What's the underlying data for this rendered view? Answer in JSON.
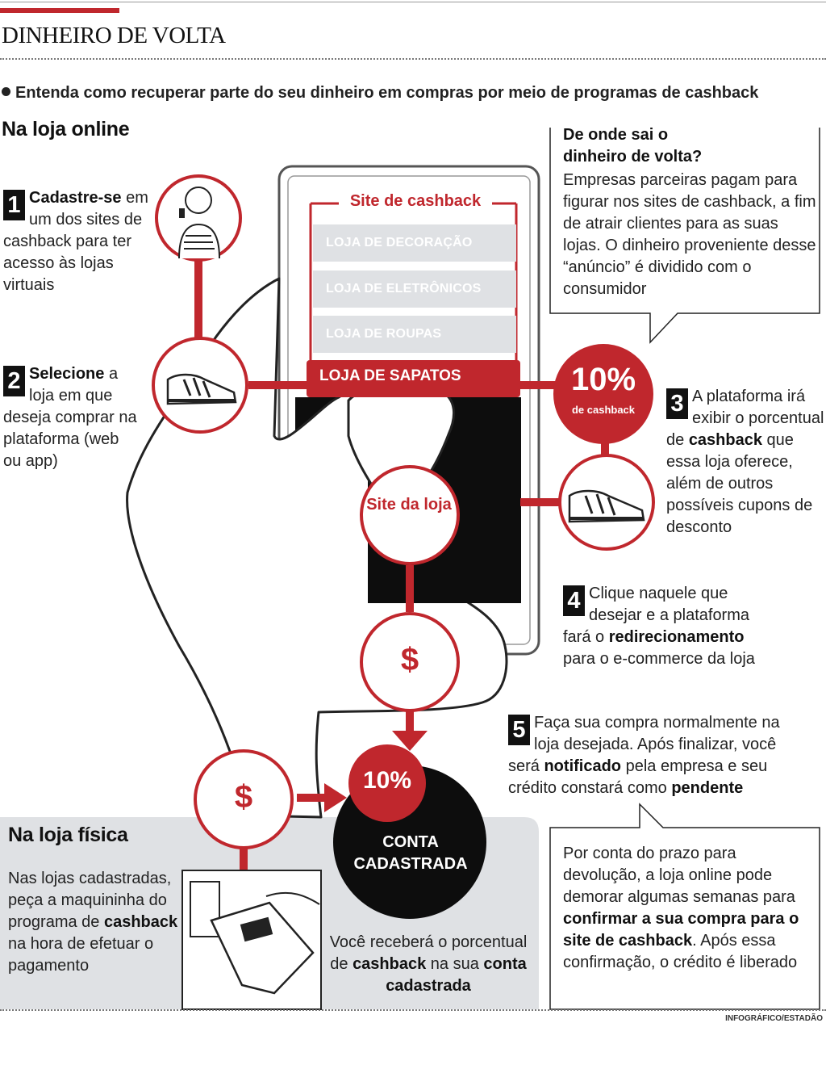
{
  "title": "DINHEIRO DE VOLTA",
  "subtitle": "Entenda como recuperar parte do seu dinheiro em compras por meio de programas de cashback",
  "section_online": "Na loja online",
  "section_fisica": "Na loja física",
  "steps": {
    "s1": {
      "num": "1",
      "bold": "Cadastre-se",
      "text": " em um dos sites de cashback para ter acesso às lojas virtuais"
    },
    "s2": {
      "num": "2",
      "bold": "Selecione",
      "text": " a loja em que deseja comprar na plataforma (web ou app)"
    },
    "s3": {
      "num": "3",
      "pre": "A plataforma irá exibir o porcentual de ",
      "bold": "cashback",
      "post": " que essa loja oferece, além de outros possíveis cupons de desconto"
    },
    "s4": {
      "num": "4",
      "pre": "Clique naquele que desejar e a plataforma fará o ",
      "bold": "redirecionamento",
      "post": " para o e-commerce da loja"
    },
    "s5": {
      "num": "5",
      "pre": "Faça sua compra normalmente na loja desejada. Após finalizar, você será ",
      "bold1": "notificado",
      "mid": " pela empresa e seu crédito constará como ",
      "bold2": "pendente"
    }
  },
  "info_box": {
    "heading": "De onde sai o dinheiro de volta?",
    "text": "Empresas parceiras pagam para figurar nos sites de cashback, a fim de atrair clientes para as suas lojas. O dinheiro proveniente desse “anúncio” é dividido com o consumidor"
  },
  "phone": {
    "site_title": "Site de cashback",
    "items": [
      "LOJA DE DECORAÇÃO",
      "LOJA DE ELETRÔNICOS",
      "LOJA DE ROUPAS"
    ],
    "active_item": "LOJA DE SAPATOS"
  },
  "badge": {
    "percent": "10%",
    "label": "de cashback"
  },
  "site_loja": "Site da loja",
  "dollar": "$",
  "conta": {
    "percent": "10%",
    "label": "CONTA CADASTRADA"
  },
  "fisica_text": {
    "pre": "Nas lojas cadastradas, peça a maquininha do programa  de ",
    "bold": "cashback",
    "post": " na hora de efetuar o pagamento"
  },
  "receive_text": {
    "pre": "Você receberá o porcentual de ",
    "bold1": "cashback",
    "mid": " na sua ",
    "bold2": "conta cadastrada"
  },
  "prazo_box": {
    "pre": "Por conta do prazo para devolução, a loja online pode demorar algumas semanas para ",
    "bold": "confirmar a sua compra para o site de cashback",
    "post": ". Após essa confirmação, o crédito é liberado"
  },
  "credit": "INFOGRÁFICO/ESTADÃO",
  "colors": {
    "red": "#c0272d",
    "gray": "#dfe1e4",
    "black": "#111111"
  }
}
